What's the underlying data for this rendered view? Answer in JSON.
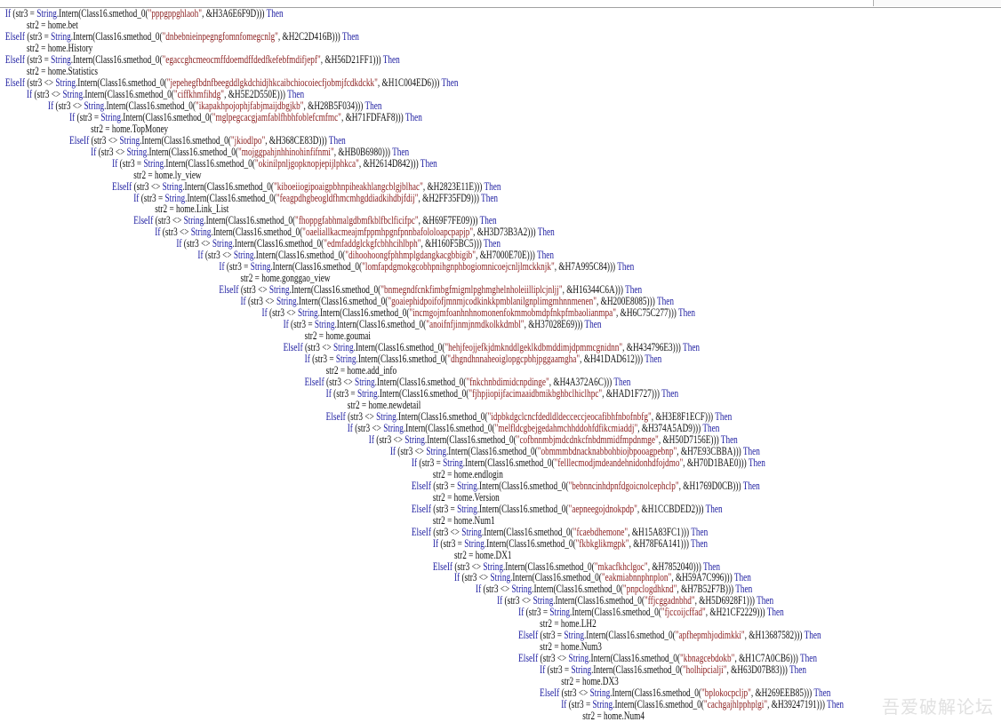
{
  "editor": {
    "watermark": "吾爱破解论坛",
    "colors": {
      "keyword": "#1c1ca0",
      "string": "#8b1e1e",
      "text": "#111111"
    },
    "lines": [
      {
        "level": 0,
        "kw": "If",
        "op": "=",
        "str": "pppgppghlaoh",
        "hex": "&H3A6E6F9D"
      },
      {
        "level": 1,
        "assign": "home.bet"
      },
      {
        "level": 0,
        "kw": "ElseIf",
        "op": "=",
        "str": "dnbebnieinpegngfomnfomegcnlg",
        "hex": "&H2C2D416B"
      },
      {
        "level": 1,
        "assign": "home.History"
      },
      {
        "level": 0,
        "kw": "ElseIf",
        "op": "=",
        "str": "egaccghcmeocmffdoemdffdedfkefebfmdifjepf",
        "hex": "&H56D21FF1"
      },
      {
        "level": 1,
        "assign": "home.Statistics"
      },
      {
        "level": 0,
        "kw": "ElseIf",
        "op": "<>",
        "str": "jepehegfbdnfbeegddlgkdchidjhkcaibchiocoiecfjobmjfcdkdckk",
        "hex": "&H1C004ED6"
      },
      {
        "level": 1,
        "kw": "If",
        "op": "<>",
        "str": "ciffkhmfihdg",
        "hex": "&H5E2D550E"
      },
      {
        "level": 2,
        "kw": "If",
        "op": "<>",
        "str": "ikapakhpojophjfabjmaijdbgjkb",
        "hex": "&H28B5F034"
      },
      {
        "level": 3,
        "kw": "If",
        "op": "=",
        "str": "mglpegcacgjamfablfhbhfoblefcmfmc",
        "hex": "&H71FDFAF8"
      },
      {
        "level": 4,
        "assign": "home.TopMoney"
      },
      {
        "level": 3,
        "kw": "ElseIf",
        "op": "<>",
        "str": "jkiodlpo",
        "hex": "&H368CE83D"
      },
      {
        "level": 4,
        "kw": "If",
        "op": "<>",
        "str": "mojggpahjnhhinohinfifnmi",
        "hex": "&HB0B6980"
      },
      {
        "level": 5,
        "kw": "If",
        "op": "=",
        "str": "okinilpnljgopknopjepijlphkca",
        "hex": "&H2614D842"
      },
      {
        "level": 6,
        "assign": "home.ly_view"
      },
      {
        "level": 5,
        "kw": "ElseIf",
        "op": "<>",
        "str": "kiboeiiogipoaigpbhnpiheakhlangcblgjblhac",
        "hex": "&H2823E11E"
      },
      {
        "level": 6,
        "kw": "If",
        "op": "=",
        "str": "feagpdhgbeogldfhmcmhgddiadkihdbjfdij",
        "hex": "&H2FF35FD9"
      },
      {
        "level": 7,
        "assign": "home.Link_List"
      },
      {
        "level": 6,
        "kw": "ElseIf",
        "op": "<>",
        "str": "fhoppgfabhmalgdbmfkblfbclficifpc",
        "hex": "&H69F7FE09"
      },
      {
        "level": 7,
        "kw": "If",
        "op": "<>",
        "str": "oaeliallkacmeajmfppmhpgnfpnnbafololoapcpapjp",
        "hex": "&H3D73B3A2"
      },
      {
        "level": 8,
        "kw": "If",
        "op": "<>",
        "str": "edmfaddglckgfcbhhcihlbph",
        "hex": "&H160F5BC5"
      },
      {
        "level": 9,
        "kw": "If",
        "op": "<>",
        "str": "dihoohoongfphhmplgdangkacgbbigib",
        "hex": "&H7000E70E"
      },
      {
        "level": 10,
        "kw": "If",
        "op": "=",
        "str": "lomfapdgmokgcobhpnihgnphbogiomnicoejcnljlmckknjk",
        "hex": "&H7A995C84"
      },
      {
        "level": 11,
        "assign": "home.gonggao_view"
      },
      {
        "level": 10,
        "kw": "ElseIf",
        "op": "<>",
        "str": "bnmegndfcnkfimbgfmigmlpghmghelnholeiilliplcjnljj",
        "hex": "&H16344C6A"
      },
      {
        "level": 11,
        "kw": "If",
        "op": "<>",
        "str": "goaiephidpoifofjmnmjcodkinkkpmblanilgnplimgmhnnmenen",
        "hex": "&H200E8085"
      },
      {
        "level": 12,
        "kw": "If",
        "op": "<>",
        "str": "incmgojmfoanhnhnomonenfokmmobmdpfnkpfmbaolianmpa",
        "hex": "&H6C75C277"
      },
      {
        "level": 13,
        "kw": "If",
        "op": "=",
        "str": "anoifnfjinmjnmdkolkkdmbl",
        "hex": "&H37028E69"
      },
      {
        "level": 14,
        "assign": "home.goumai"
      },
      {
        "level": 13,
        "kw": "ElseIf",
        "op": "<>",
        "str": "hehjfeojjefkjdmknddlgeklkdbmddimjdpmmcgnidnn",
        "hex": "&H434796E3"
      },
      {
        "level": 14,
        "kw": "If",
        "op": "=",
        "str": "dhgndhnnaheoiglopgcpbhjpggaamgha",
        "hex": "&H41DAD612"
      },
      {
        "level": 15,
        "assign": "home.add_info"
      },
      {
        "level": 14,
        "kw": "ElseIf",
        "op": "<>",
        "str": "fnkchnbdimidcnpdinge",
        "hex": "&H4A372A6C"
      },
      {
        "level": 15,
        "kw": "If",
        "op": "=",
        "str": "fjhpjiopijfacimaaidbmikbghbclhiclhpc",
        "hex": "&HAD1F727"
      },
      {
        "level": 16,
        "assign": "home.newdetail"
      },
      {
        "level": 15,
        "kw": "ElseIf",
        "op": "<>",
        "str": "idpbkdgclcncfdedldldecceccjeocafibhfnbofnbfg",
        "hex": "&H3E8F1ECF"
      },
      {
        "level": 16,
        "kw": "If",
        "op": "<>",
        "str": "melfldcgbejgedahmchhddohfdfikcmiaddj",
        "hex": "&H374A5AD9"
      },
      {
        "level": 17,
        "kw": "If",
        "op": "<>",
        "str": "cofbnnmbjmdcdnkcfnbdmmidfmpdnmge",
        "hex": "&H50D7156E"
      },
      {
        "level": 18,
        "kw": "If",
        "op": "<>",
        "str": "obmmmbdnacknabbohbiojbpooagpebnp",
        "hex": "&H7E93CBBA"
      },
      {
        "level": 19,
        "kw": "If",
        "op": "=",
        "str": "felllecmodjmdeandehnidonhdfojdmo",
        "hex": "&H70D1BAE0"
      },
      {
        "level": 20,
        "assign": "home.endlogin"
      },
      {
        "level": 19,
        "kw": "ElseIf",
        "op": "=",
        "str": "bebnncinhdpnfdgoicnolcephclp",
        "hex": "&H1769D0CB"
      },
      {
        "level": 20,
        "assign": "home.Version"
      },
      {
        "level": 19,
        "kw": "ElseIf",
        "op": "=",
        "str": "aepneegojdnokpdp",
        "hex": "&H1CCBDED2"
      },
      {
        "level": 20,
        "assign": "home.Num1"
      },
      {
        "level": 19,
        "kw": "ElseIf",
        "op": "<>",
        "str": "fcaebdhemone",
        "hex": "&H15A83FC1"
      },
      {
        "level": 20,
        "kw": "If",
        "op": "=",
        "str": "fkbkglikmgpk",
        "hex": "&H78F6A141"
      },
      {
        "level": 21,
        "assign": "home.DX1"
      },
      {
        "level": 20,
        "kw": "ElseIf",
        "op": "<>",
        "str": "mkacfkhclgoc",
        "hex": "&H7852040"
      },
      {
        "level": 21,
        "kw": "If",
        "op": "<>",
        "str": "eakmiabnnphnplon",
        "hex": "&H59A7C996"
      },
      {
        "level": 22,
        "kw": "If",
        "op": "<>",
        "str": "pnpclogdhknd",
        "hex": "&H7B52F7B"
      },
      {
        "level": 23,
        "kw": "If",
        "op": "<>",
        "str": "ffjcggadnbhd",
        "hex": "&H5D6928F1"
      },
      {
        "level": 24,
        "kw": "If",
        "op": "=",
        "str": "fjccoijcffad",
        "hex": "&H21CF2229"
      },
      {
        "level": 25,
        "assign": "home.LH2"
      },
      {
        "level": 24,
        "kw": "ElseIf",
        "op": "=",
        "str": "apfhepmhjodimkki",
        "hex": "&H13687582"
      },
      {
        "level": 25,
        "assign": "home.Num3"
      },
      {
        "level": 24,
        "kw": "ElseIf",
        "op": "<>",
        "str": "kbnagcebdokb",
        "hex": "&H1C7A0CB6"
      },
      {
        "level": 25,
        "kw": "If",
        "op": "=",
        "str": "holhipcialji",
        "hex": "&H63D07B83"
      },
      {
        "level": 26,
        "assign": "home.DX3"
      },
      {
        "level": 25,
        "kw": "ElseIf",
        "op": "<>",
        "str": "bplokocpcljp",
        "hex": "&H269EEB85"
      },
      {
        "level": 26,
        "kw": "If",
        "op": "=",
        "str": "cachgajhlpphplgi",
        "hex": "&H39247191"
      },
      {
        "level": 27,
        "assign": "home.Num4"
      }
    ]
  }
}
